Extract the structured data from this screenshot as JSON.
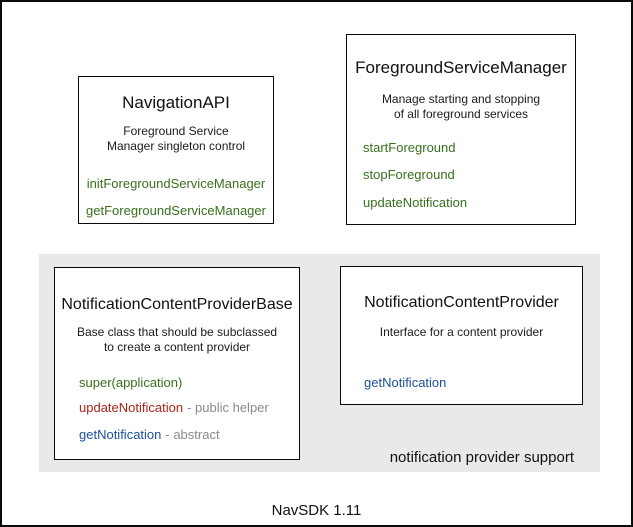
{
  "footer": {
    "label": "NavSDK 1.11"
  },
  "group": {
    "label": "notification provider support"
  },
  "colors": {
    "method_green": "#38701d",
    "method_red": "#ab241d",
    "method_blue": "#1c4f9c",
    "annotation_gray": "#8a8a8a",
    "group_background": "#e9e9e9"
  },
  "boxes": {
    "navigation_api": {
      "title": "NavigationAPI",
      "description": [
        "Foreground Service",
        "Manager singleton control"
      ],
      "methods": [
        {
          "name": "initForegroundServiceManager"
        },
        {
          "name": "getForegroundServiceManager"
        }
      ]
    },
    "foreground_service_manager": {
      "title": "ForegroundServiceManager",
      "description": [
        "Manage starting and stopping",
        "of all foreground services"
      ],
      "methods": [
        {
          "name": "startForeground"
        },
        {
          "name": "stopForeground"
        },
        {
          "name": "updateNotification"
        }
      ]
    },
    "notification_content_provider_base": {
      "title": "NotificationContentProviderBase",
      "description": [
        "Base class that should be subclassed",
        "to create a content provider"
      ],
      "methods": [
        {
          "name": "super(application)"
        },
        {
          "name": "updateNotification",
          "annotation": "- public helper"
        },
        {
          "name": "getNotification",
          "annotation": "- abstract"
        }
      ]
    },
    "notification_content_provider": {
      "title": "NotificationContentProvider",
      "description": [
        "Interface for a content provider"
      ],
      "methods": [
        {
          "name": "getNotification"
        }
      ]
    }
  }
}
